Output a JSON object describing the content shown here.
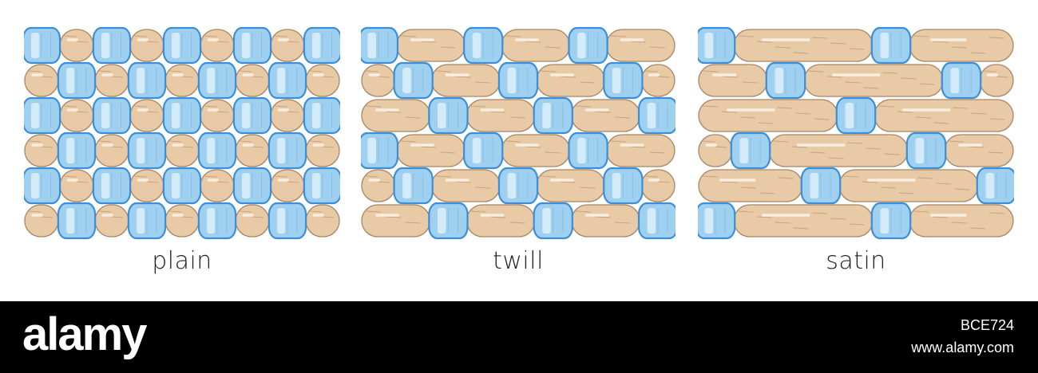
{
  "weaves": [
    {
      "label": "plain",
      "warp_float": 1,
      "weft_float": 1,
      "step": 1
    },
    {
      "label": "twill",
      "warp_float": 1,
      "weft_float": 2,
      "step": 1
    },
    {
      "label": "satin",
      "warp_float": 1,
      "weft_float": 4,
      "step": 2
    }
  ],
  "colors": {
    "warp_fill": "#9fd0f0",
    "warp_edge": "#3a8fd8",
    "warp_highlight": "#e6f4fd",
    "weft_fill": "#e8cba6",
    "weft_edge": "#a88563",
    "weft_highlight": "#fbf1e4",
    "weft_stroke": "#c7a37e"
  },
  "footer": {
    "logo": "alamy",
    "image_id": "BCE724",
    "site": "www.alamy.com"
  }
}
